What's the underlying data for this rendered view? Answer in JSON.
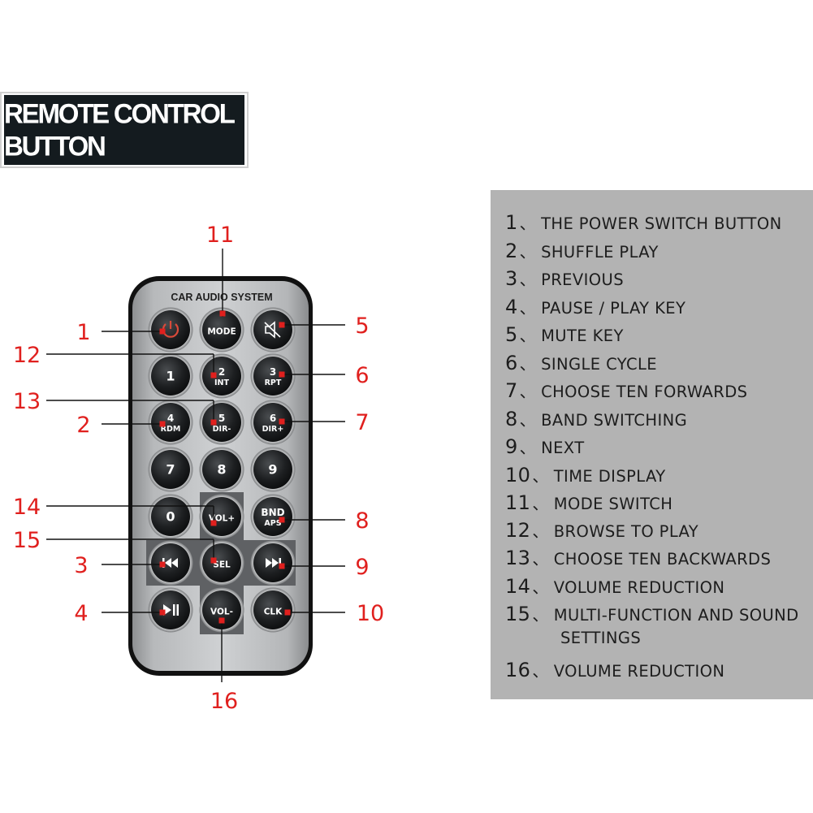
{
  "title": "REMOTE CONTROL BUTTON",
  "remote": {
    "brand": "CAR AUDIO SYSTEM",
    "buttons": {
      "power": "power-icon",
      "mode": "MODE",
      "mute": "mute-icon",
      "b1": "1",
      "b2": "2",
      "b2_sub": "INT",
      "b3": "3",
      "b3_sub": "RPT",
      "b4": "4",
      "b4_sub": "RDM",
      "b5": "5",
      "b5_sub": "DIR-",
      "b6": "6",
      "b6_sub": "DIR+",
      "b7": "7",
      "b8": "8",
      "b9": "9",
      "b0": "0",
      "volup": "VOL+",
      "bnd": "BND",
      "bnd_sub": "APS",
      "prev": "prev-icon",
      "sel": "SEL",
      "next": "next-icon",
      "playpause": "play-pause-icon",
      "voldown": "VOL-",
      "clk": "CLK"
    }
  },
  "callouts": [
    "1",
    "2",
    "3",
    "4",
    "5",
    "6",
    "7",
    "8",
    "9",
    "10",
    "11",
    "12",
    "13",
    "14",
    "15",
    "16"
  ],
  "legend": [
    {
      "num": "1",
      "sep": "、",
      "text": "THE POWER SWITCH BUTTON"
    },
    {
      "num": "2",
      "sep": "、",
      "text": "SHUFFLE PLAY"
    },
    {
      "num": "3",
      "sep": "、",
      "text": "PREVIOUS"
    },
    {
      "num": "4",
      "sep": "、",
      "text": "PAUSE / PLAY KEY"
    },
    {
      "num": "5",
      "sep": "、",
      "text": "MUTE KEY"
    },
    {
      "num": "6",
      "sep": "、",
      "text": "SINGLE CYCLE"
    },
    {
      "num": "7",
      "sep": "、",
      "text": "CHOOSE TEN FORWARDS"
    },
    {
      "num": "8",
      "sep": "、",
      "text": "BAND SWITCHING"
    },
    {
      "num": "9",
      "sep": "、",
      "text": "NEXT"
    },
    {
      "num": "10",
      "sep": "、",
      "text": "TIME DISPLAY"
    },
    {
      "num": "11",
      "sep": "、",
      "text": "MODE SWITCH"
    },
    {
      "num": "12",
      "sep": "、",
      "text": "BROWSE TO PLAY"
    },
    {
      "num": "13",
      "sep": "、",
      "text": "CHOOSE TEN BACKWARDS"
    },
    {
      "num": "14",
      "sep": "、",
      "text": "VOLUME REDUCTION"
    },
    {
      "num": "15",
      "sep": "、",
      "text": "MULTI-FUNCTION AND SOUND"
    },
    {
      "num": "16",
      "sep": "、",
      "text": "VOLUME REDUCTION"
    }
  ],
  "legend_continuation": "SETTINGS",
  "colors": {
    "callout": "#e0201e",
    "legend_bg": "#b3b3b3",
    "title_bg": "#141b1f"
  }
}
